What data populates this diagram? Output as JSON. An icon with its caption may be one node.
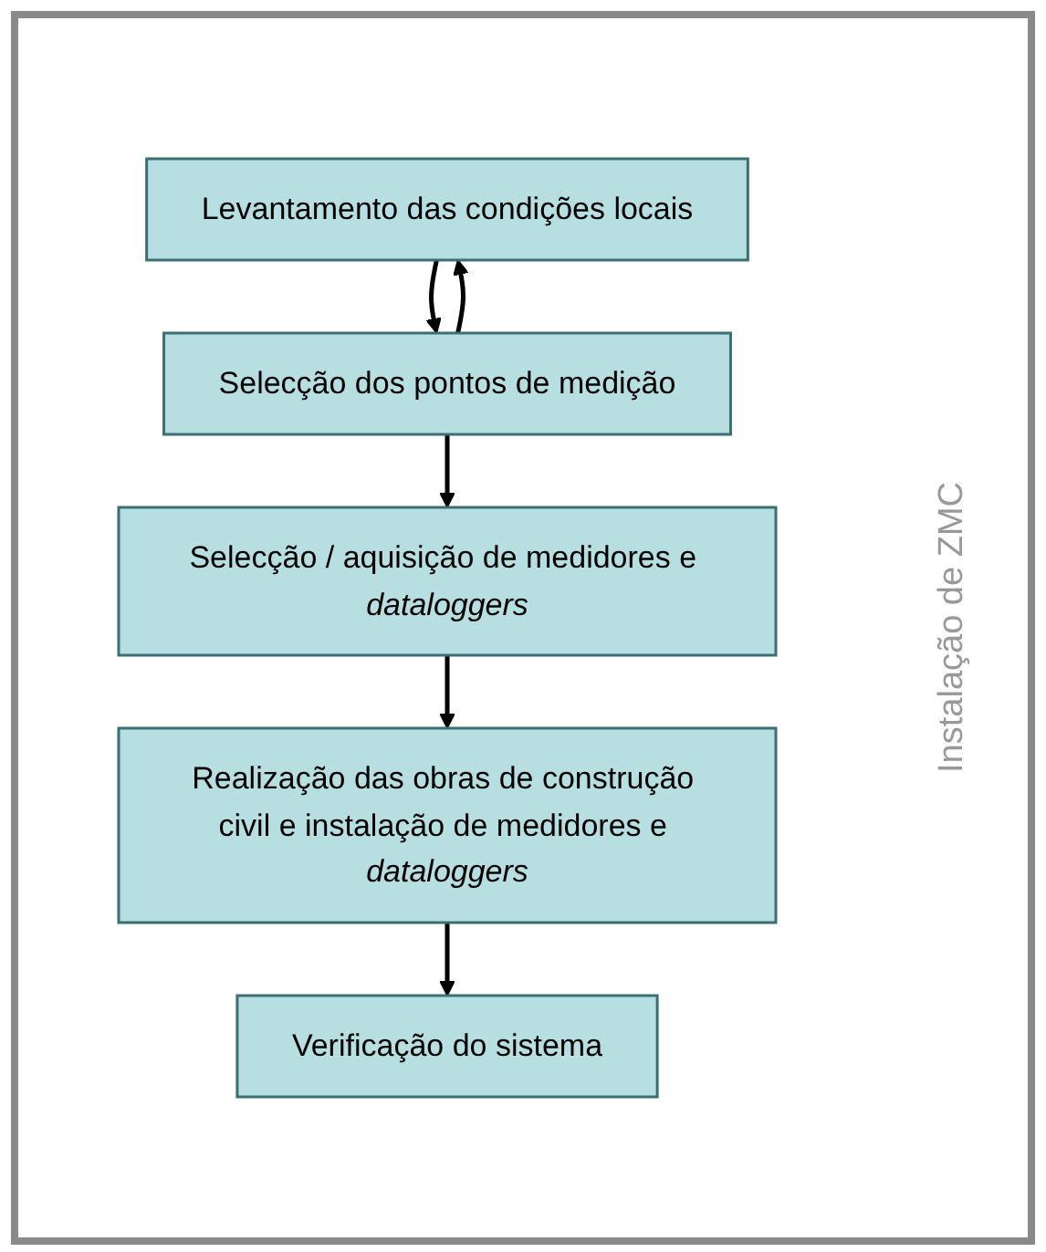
{
  "diagram": {
    "nodes": [
      {
        "text": [
          "Levantamento das condições locais"
        ]
      },
      {
        "text": [
          "Selecção dos pontos de medição"
        ]
      },
      {
        "text": [
          "Selecção / aquisição de medidores e *dataloggers*"
        ]
      },
      {
        "text": [
          "Realização das obras de construção civil e instalação de medidores e *dataloggers*"
        ]
      },
      {
        "text": [
          "Verificação do sistema"
        ]
      }
    ],
    "edges": [
      {
        "from": 0,
        "to": 1,
        "arrow": "to"
      },
      {
        "from": 1,
        "to": 0,
        "arrow": "to"
      },
      {
        "from": 1,
        "to": 2,
        "arrow": "to"
      },
      {
        "from": 2,
        "to": 3,
        "arrow": "to"
      },
      {
        "from": 3,
        "to": 4,
        "arrow": "to"
      }
    ],
    "labels": [
      "Instalação de ZMC"
    ]
  }
}
